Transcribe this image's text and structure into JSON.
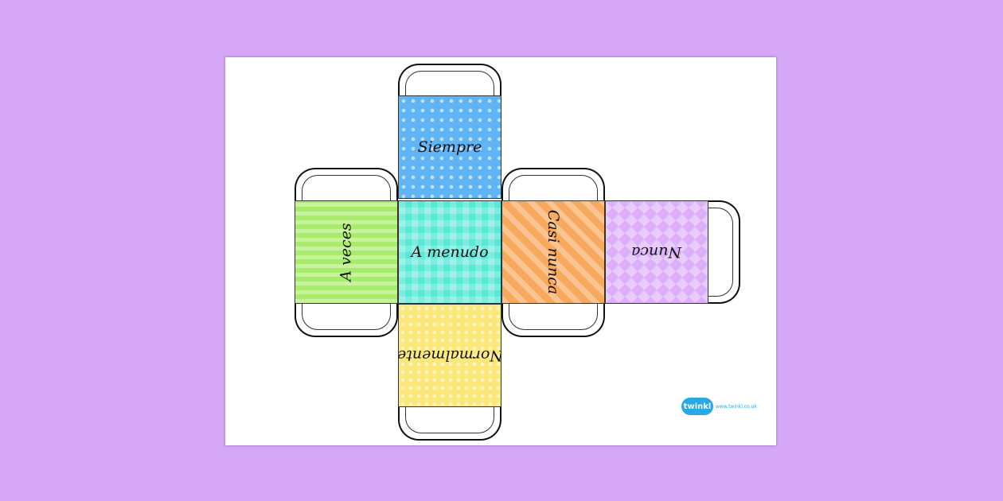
{
  "faces": {
    "top": "Siempre",
    "left": "A veces",
    "center": "A menudo",
    "right": "Casi nunca",
    "far_right": "Nunca",
    "bottom": "Normalmente"
  },
  "branding": {
    "logo_text": "twinkl",
    "url": "www.twinkl.co.uk"
  },
  "colors": {
    "background": "#d6a6f7",
    "top_face": "#5fb4f5",
    "left_face": "#a9ec6b",
    "center_face": "#59e8d8",
    "right_face": "#f7a95e",
    "far_right_face": "#dcb0f8",
    "bottom_face": "#fbe879",
    "logo": "#29a8e6"
  }
}
